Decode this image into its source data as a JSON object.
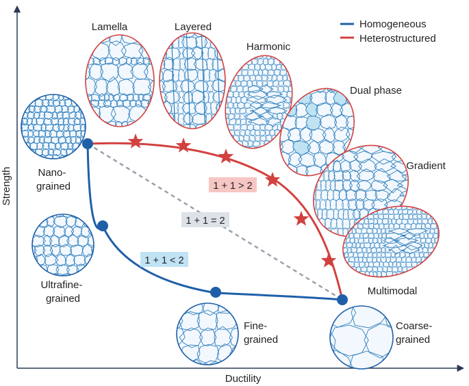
{
  "axes": {
    "x_label": "Ductility",
    "y_label": "Strength"
  },
  "legend": [
    {
      "label": "Homogeneous",
      "color": "#1f5fa8"
    },
    {
      "label": "Heterostructured",
      "color": "#d2413f"
    }
  ],
  "homogeneous": {
    "color": "#1f5fa8",
    "samples": [
      {
        "lines": [
          "Nano-",
          "grained"
        ]
      },
      {
        "lines": [
          "Ultrafine-",
          "grained"
        ]
      },
      {
        "lines": [
          "Fine-",
          "grained"
        ]
      },
      {
        "lines": [
          "Coarse-",
          "grained"
        ]
      }
    ]
  },
  "heterostructured": {
    "color": "#d2413f",
    "samples": [
      "Lamella",
      "Layered",
      "Harmonic",
      "Dual phase",
      "Gradient",
      "Multimodal"
    ]
  },
  "relations": {
    "greater": {
      "text": "1 + 1 > 2",
      "bg": "#f6c6c3"
    },
    "equal": {
      "text": "1 + 1 = 2",
      "bg": "#dde1e8"
    },
    "less": {
      "text": "1 + 1 < 2",
      "bg": "#bfe3f5"
    }
  },
  "colors": {
    "grain": "#2f7fbe",
    "grain_fill": "#f2f8fd",
    "dual_phase": "#bfe3f2",
    "dashed": "#9aa1ad",
    "axis": "#2b3a55"
  }
}
